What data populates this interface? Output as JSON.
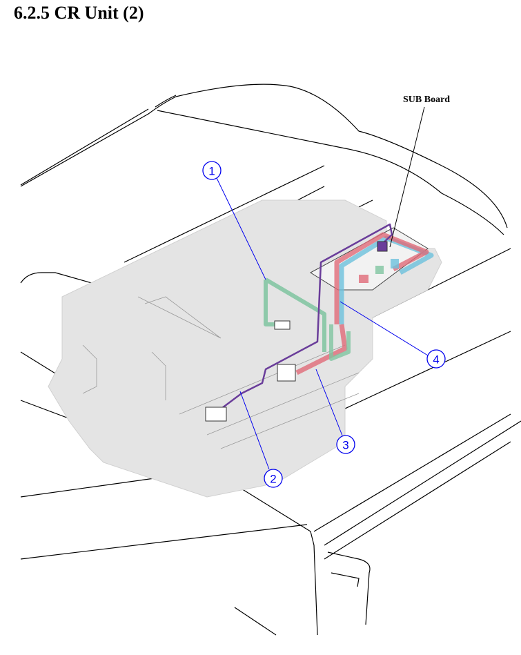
{
  "heading": {
    "section": "6.2.5",
    "title": "CR Unit (2)",
    "full": "6.2.5  CR Unit (2)"
  },
  "diagram": {
    "labels": {
      "sub_board": "SUB Board"
    },
    "callouts": [
      "1",
      "2",
      "3",
      "4"
    ],
    "colors": {
      "callout": "#0000ee",
      "cable_purple": "#6a3d9a",
      "cable_red": "#e06a78",
      "cable_blue": "#6cc0dc",
      "cable_green": "#7fc4a0",
      "unit_fill": "#e4e4e4"
    }
  }
}
